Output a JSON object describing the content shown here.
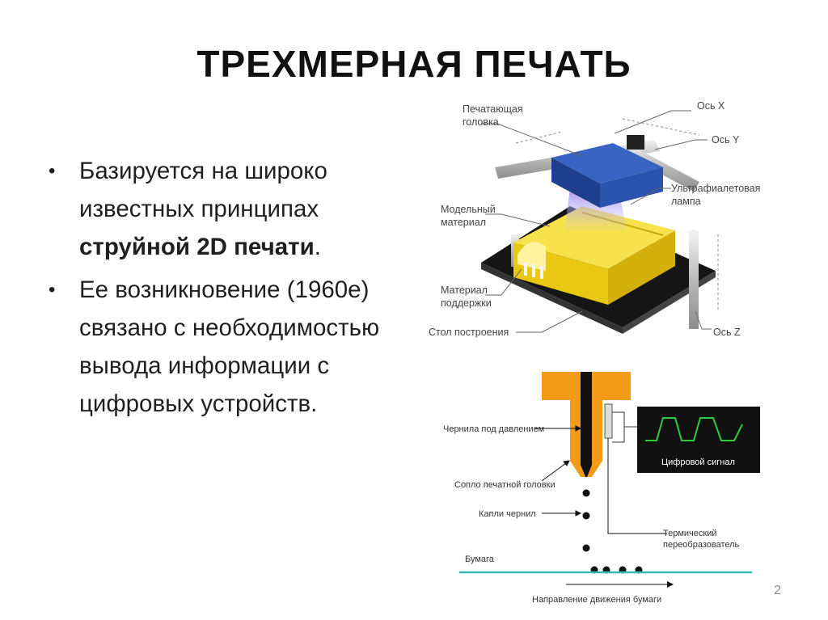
{
  "slide": {
    "title": "ТРЕХМЕРНАЯ ПЕЧАТЬ",
    "page_number": "2"
  },
  "bullets": [
    {
      "before": "Базируется на широко известных принципах ",
      "bold": "струйной 2D печати",
      "after": "."
    },
    {
      "before": "Ее возникновение (1960е) связано с необходимостью вывода информации с цифровых устройств.",
      "bold": "",
      "after": ""
    }
  ],
  "diagram_3d": {
    "labels": {
      "print_head_1": "Печатающая",
      "print_head_2": "головка",
      "axis_x": "Ось X",
      "axis_y": "Ось Y",
      "uv_lamp_1": "Ультрафиалетовая",
      "uv_lamp_2": "лампа",
      "model_material_1": "Модельный",
      "model_material_2": "материал",
      "support_material_1": "Материал",
      "support_material_2": "поддержки",
      "build_table": "Стол построения",
      "axis_z": "Ось Z"
    }
  },
  "diagram_inkjet": {
    "labels": {
      "ink_pressure": "Чернила под давлением",
      "nozzle": "Сопло печатной головки",
      "drops": "Капли чернил",
      "paper": "Бумага",
      "thermal_1": "Термический",
      "thermal_2": "переобразователь",
      "signal": "Цифровой сигнал",
      "paper_direction": "Направление движения бумаги"
    },
    "colors": {
      "nozzle": "#f39a16",
      "paper": "#3cb7b0",
      "signal": "#2ecc40"
    }
  }
}
